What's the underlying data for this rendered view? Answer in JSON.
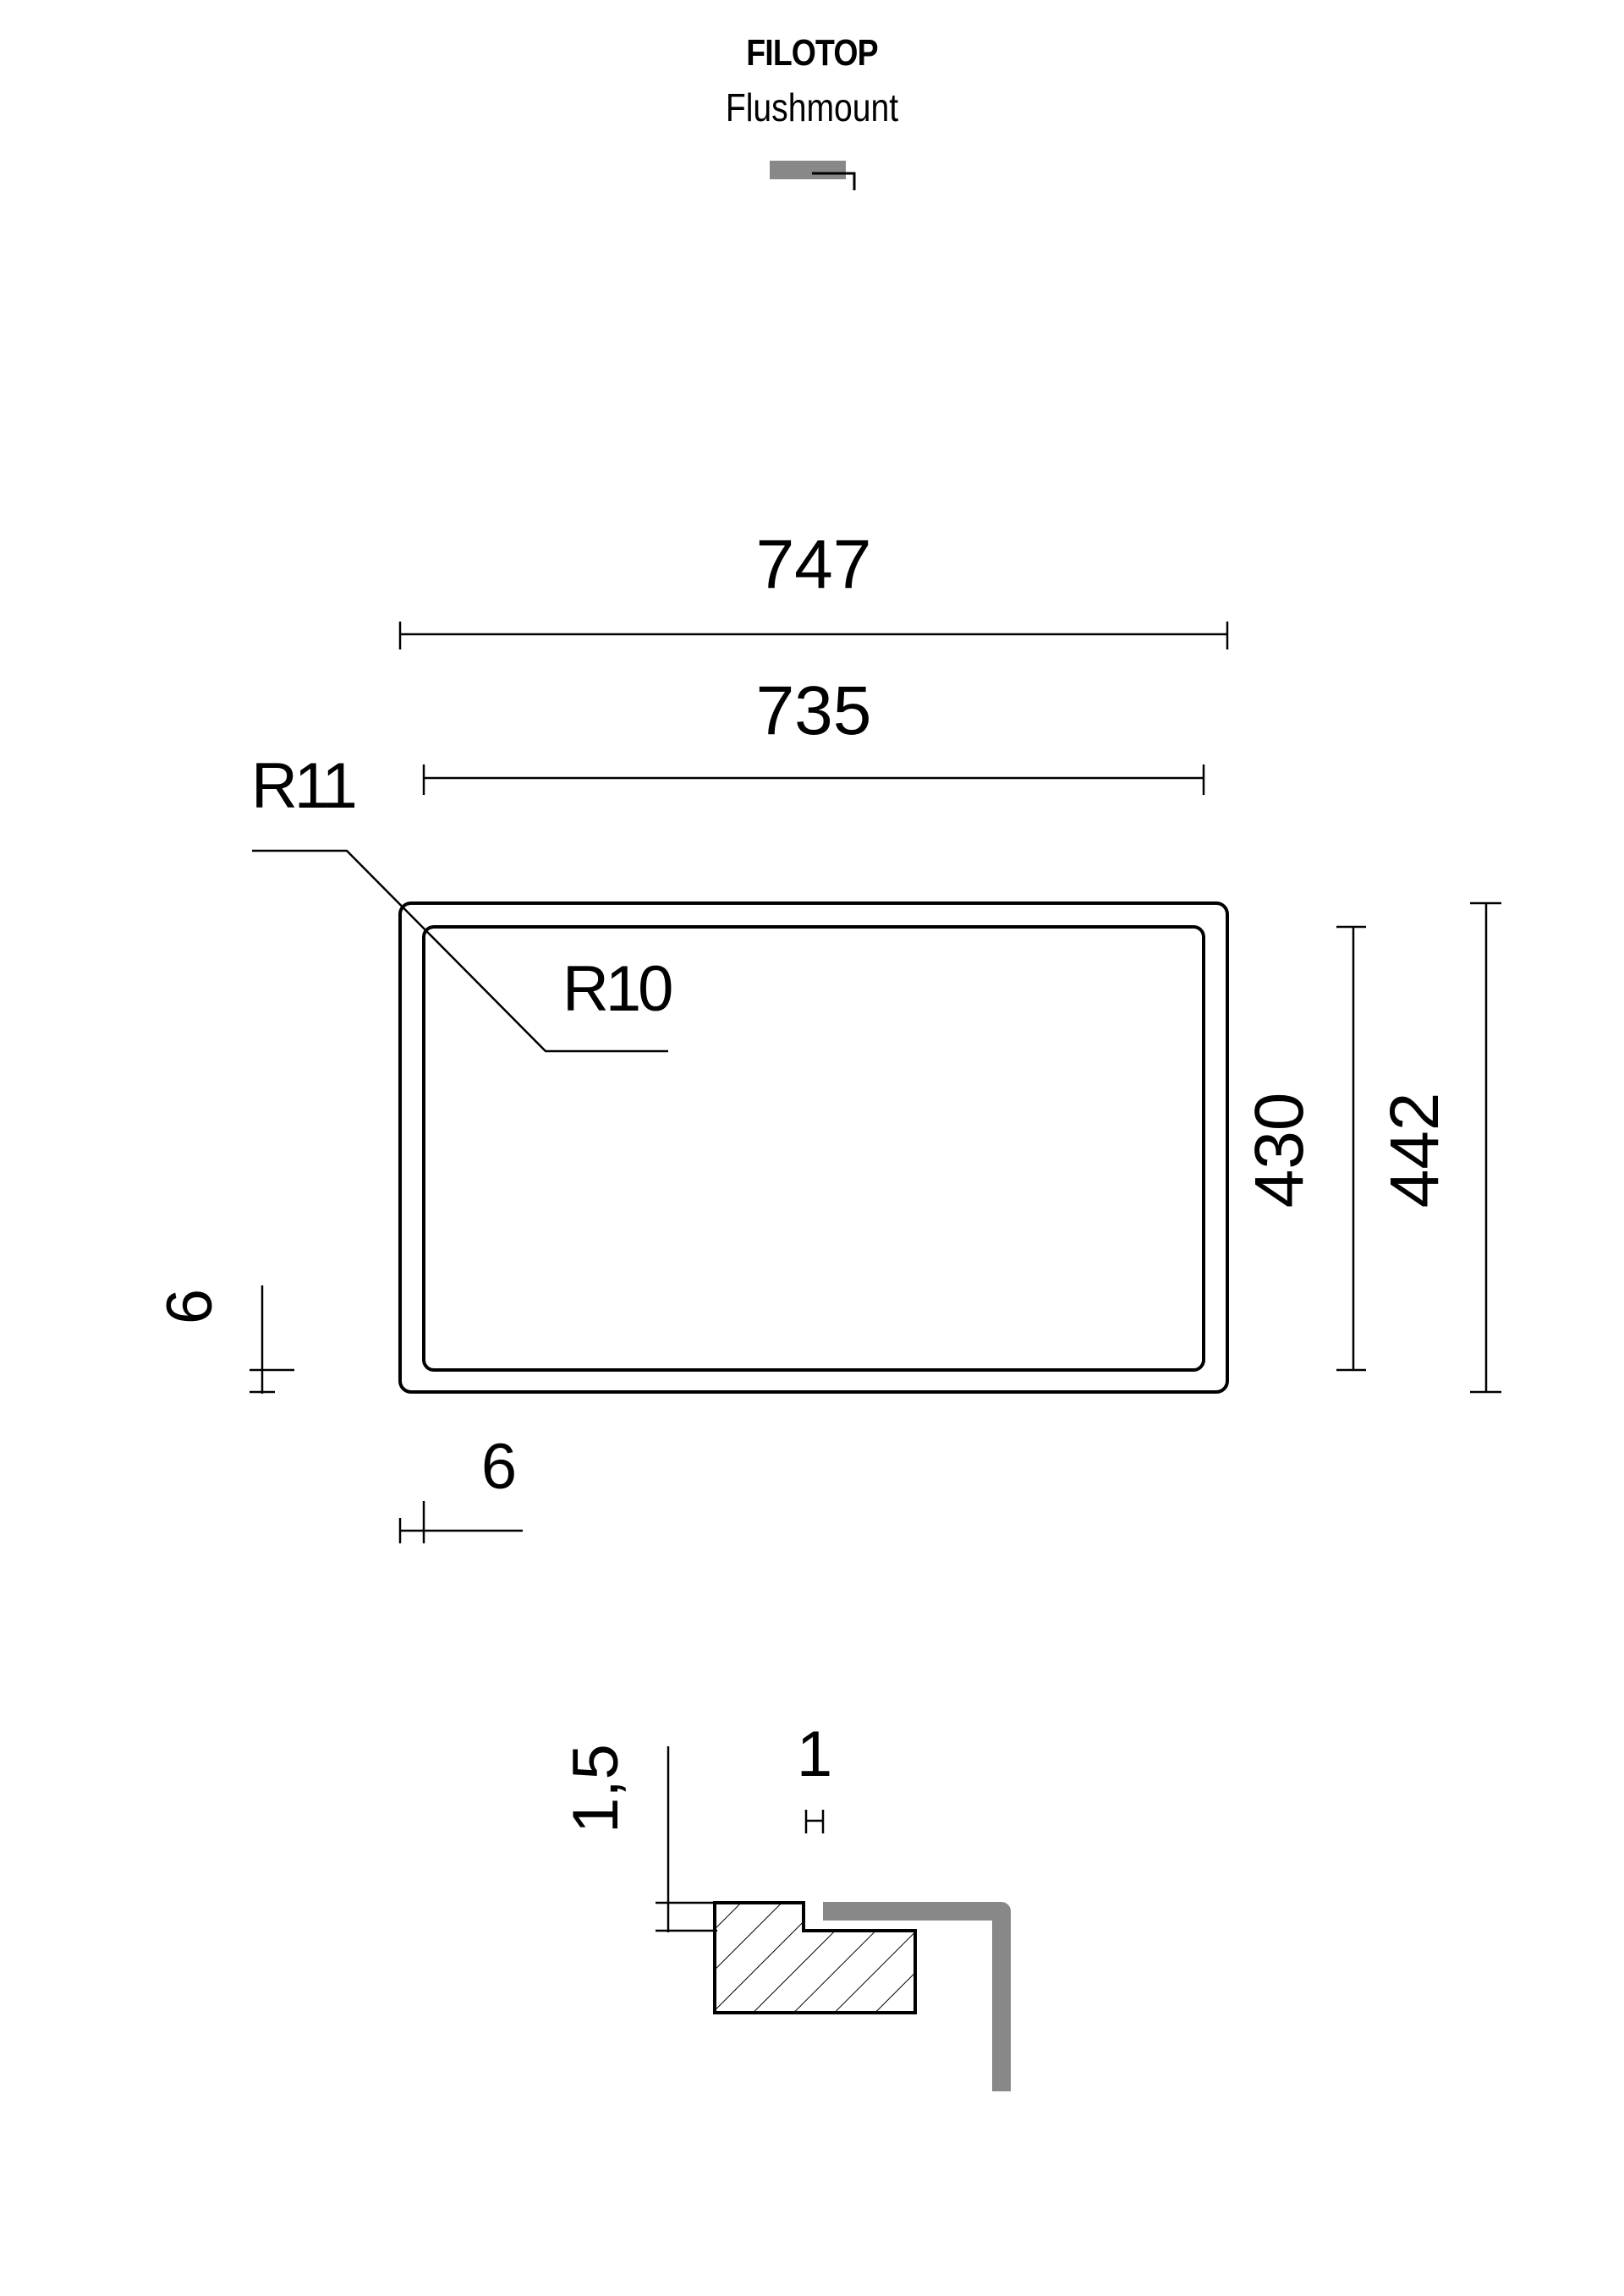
{
  "header": {
    "title": "FILOTOP",
    "subtitle": "Flushmount"
  },
  "plan_view": {
    "outer_width": "747",
    "inner_width": "735",
    "inner_height": "430",
    "outer_height": "442",
    "outer_radius": "R11",
    "inner_radius": "R10",
    "rim_left": "6",
    "rim_bottom": "6"
  },
  "section_view": {
    "step_height": "1,5",
    "gap_width": "1"
  },
  "colors": {
    "line": "#000000",
    "profile_gray": "#888888"
  }
}
